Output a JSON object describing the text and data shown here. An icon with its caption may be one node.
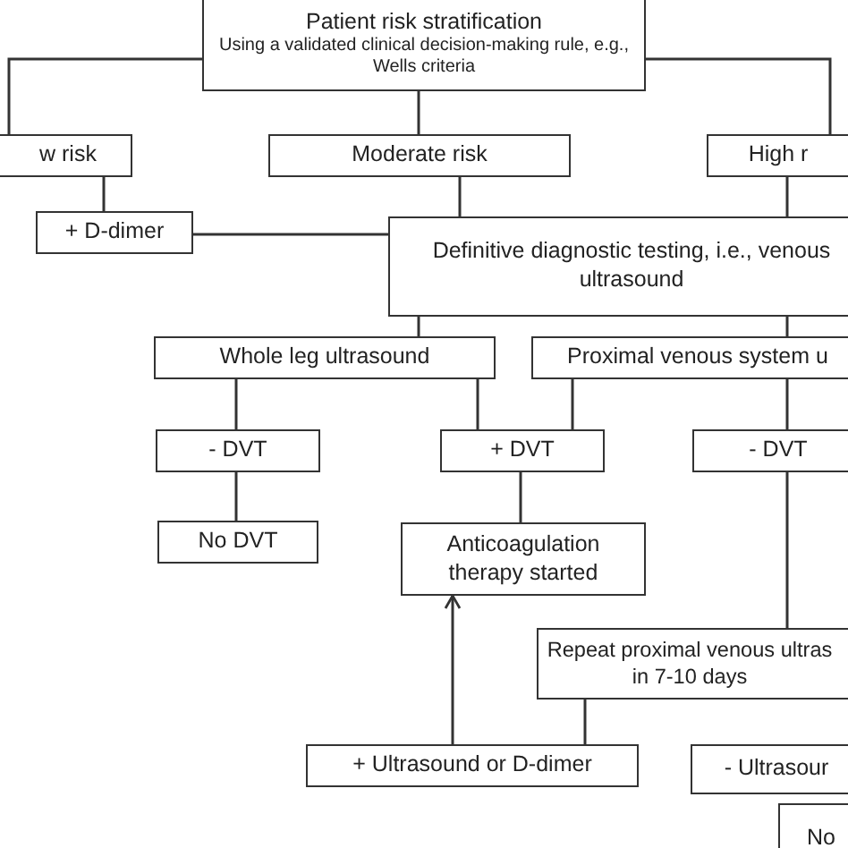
{
  "diagram": {
    "nodes": [
      {
        "text": [
          "Patient risk stratification",
          "Using a validated clinical decision-making rule, e.g., Wells criteria"
        ]
      },
      {
        "text": [
          "w risk"
        ]
      },
      {
        "text": [
          "Moderate risk"
        ]
      },
      {
        "text": [
          "High r"
        ]
      },
      {
        "text": [
          "+ D-dimer"
        ]
      },
      {
        "text": [
          "Definitive diagnostic testing, i.e., venous ultrasound"
        ]
      },
      {
        "text": [
          "Whole leg ultrasound"
        ]
      },
      {
        "text": [
          "Proximal venous system u"
        ]
      },
      {
        "text": [
          "- DVT"
        ]
      },
      {
        "text": [
          "+ DVT"
        ]
      },
      {
        "text": [
          "- DVT"
        ]
      },
      {
        "text": [
          "No DVT"
        ]
      },
      {
        "text": [
          "Anticoagulation therapy started"
        ]
      },
      {
        "text": [
          "Repeat proximal venous ultras in 7-10 days"
        ]
      },
      {
        "text": [
          "+ Ultrasound or D-dimer"
        ]
      },
      {
        "text": [
          "- Ultrasour"
        ]
      },
      {
        "text": [
          "No"
        ]
      }
    ],
    "edges": [
      {
        "from": 0,
        "to": 1,
        "arrow": "none"
      },
      {
        "from": 0,
        "to": 2,
        "arrow": "none"
      },
      {
        "from": 0,
        "to": 3,
        "arrow": "none"
      },
      {
        "from": 1,
        "to": 4,
        "arrow": "none"
      },
      {
        "from": 2,
        "to": 5,
        "arrow": "none"
      },
      {
        "from": 3,
        "to": 5,
        "arrow": "none"
      },
      {
        "from": 4,
        "to": 5,
        "arrow": "none"
      },
      {
        "from": 5,
        "to": 6,
        "arrow": "none"
      },
      {
        "from": 5,
        "to": 7,
        "arrow": "none"
      },
      {
        "from": 6,
        "to": 8,
        "arrow": "none"
      },
      {
        "from": 6,
        "to": 9,
        "arrow": "none"
      },
      {
        "from": 7,
        "to": 9,
        "arrow": "none"
      },
      {
        "from": 7,
        "to": 10,
        "arrow": "none"
      },
      {
        "from": 8,
        "to": 11,
        "arrow": "none"
      },
      {
        "from": 9,
        "to": 12,
        "arrow": "none"
      },
      {
        "from": 10,
        "to": 13,
        "arrow": "none"
      },
      {
        "from": 13,
        "to": 14,
        "arrow": "none"
      },
      {
        "from": 14,
        "to": 12,
        "arrow": "to"
      }
    ]
  }
}
